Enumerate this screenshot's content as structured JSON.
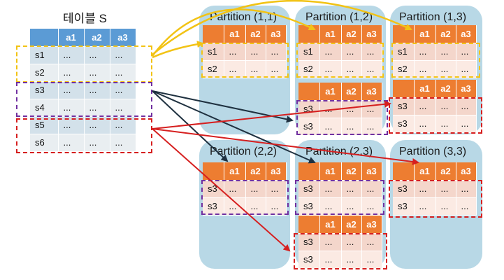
{
  "source": {
    "title": "테이블 S",
    "header": [
      "a1",
      "a2",
      "a3"
    ],
    "rows": [
      {
        "id": "s1",
        "cells": [
          "...",
          "...",
          "..."
        ]
      },
      {
        "id": "s2",
        "cells": [
          "...",
          "...",
          "..."
        ]
      },
      {
        "id": "s3",
        "cells": [
          "...",
          "...",
          "..."
        ]
      },
      {
        "id": "s4",
        "cells": [
          "...",
          "...",
          "..."
        ]
      },
      {
        "id": "s5",
        "cells": [
          "...",
          "...",
          "..."
        ]
      },
      {
        "id": "s6",
        "cells": [
          "...",
          "...",
          "..."
        ]
      }
    ]
  },
  "partitions": [
    {
      "title": "Partition (1,1)",
      "tables": [
        {
          "rows": [
            "s1",
            "s2"
          ]
        }
      ]
    },
    {
      "title": "Partition (1,2)",
      "tables": [
        {
          "rows": [
            "s1",
            "s2"
          ]
        },
        {
          "rows": [
            "s3",
            "s3"
          ]
        }
      ]
    },
    {
      "title": "Partition (1,3)",
      "tables": [
        {
          "rows": [
            "s1",
            "s2"
          ]
        },
        {
          "rows": [
            "s3",
            "s3"
          ]
        }
      ]
    },
    {
      "title": "Partition (2,2)",
      "tables": [
        {
          "rows": [
            "s3",
            "s3"
          ]
        }
      ]
    },
    {
      "title": "Partition (2,3)",
      "tables": [
        {
          "rows": [
            "s3",
            "s3"
          ]
        },
        {
          "rows": [
            "s3",
            "s3"
          ]
        }
      ]
    },
    {
      "title": "Partition (3,3)",
      "tables": [
        {
          "rows": [
            "s3",
            "s3"
          ]
        }
      ]
    }
  ],
  "cell_placeholder": "...",
  "colors": {
    "panel": "#b8d8e6",
    "source_header": "#5b9bd5",
    "partition_header": "#ed7d31",
    "yellow_group": "#f2c315",
    "purple_group": "#7130a0",
    "red_group": "#d61f1f",
    "dark_arrow": "#1f3140"
  }
}
